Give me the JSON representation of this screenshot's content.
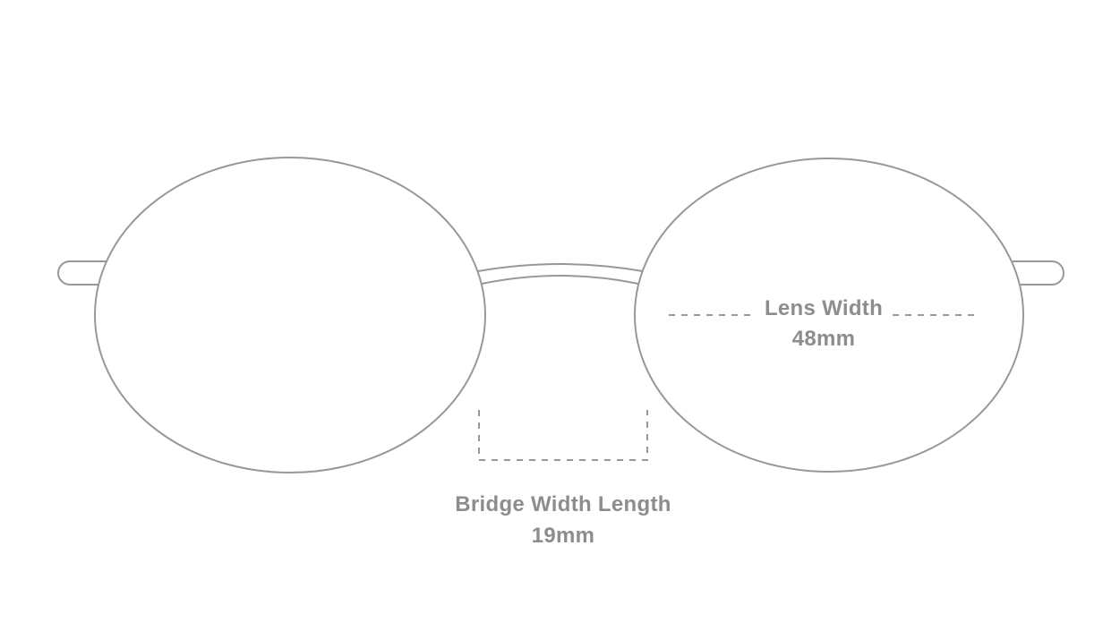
{
  "measurements": {
    "lens_width": {
      "label": "Lens Width",
      "value": "48mm"
    },
    "bridge_width": {
      "label": "Bridge Width Length",
      "value": "19mm"
    }
  },
  "colors": {
    "outline": "#989898",
    "label_text": "#8d8d8d",
    "background": "#ffffff"
  }
}
